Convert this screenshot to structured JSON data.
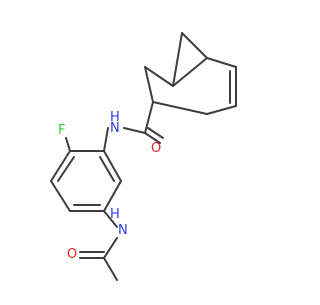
{
  "molecule": {
    "atom_labels": {
      "fluorine": "F",
      "amide_nh": "H",
      "amide_n": "N",
      "amide_o": "O",
      "acetamide_nh": "H",
      "acetamide_n": "N",
      "acetamide_o": "O"
    },
    "colors": {
      "bond": "#3d3d3d",
      "carbon": "#3d3d3d",
      "nitrogen": "#2b3ee6",
      "oxygen": "#e8202a",
      "fluorine": "#33cc33"
    }
  }
}
